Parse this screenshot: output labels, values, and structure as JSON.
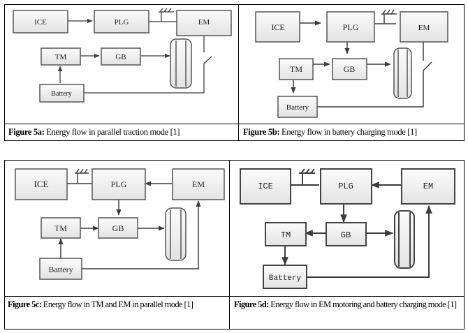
{
  "figures": [
    {
      "id": "5a",
      "caption_label": "Figure 5a:",
      "caption_text": " Energy flow in parallel traction mode [1]",
      "blocks": {
        "ice": "ICE",
        "plg": "PLG",
        "em": "EM",
        "tm": "TM",
        "gb": "GB",
        "battery": "Battery"
      }
    },
    {
      "id": "5b",
      "caption_label": "Figure 5b:",
      "caption_text": " Energy flow in battery charging mode [1]",
      "blocks": {
        "ice": "ICE",
        "plg": "PLG",
        "em": "EM",
        "tm": "TM",
        "gb": "GB",
        "battery": "Battery"
      }
    },
    {
      "id": "5c",
      "caption_label": "Figure 5c:",
      "caption_text": " Energy flow in TM and EM in parallel mode [1]",
      "blocks": {
        "ice": "ICE",
        "plg": "PLG",
        "em": "EM",
        "tm": "TM",
        "gb": "GB",
        "battery": "Battery"
      }
    },
    {
      "id": "5d",
      "caption_label": "Figure 5d:",
      "caption_text": " Energy flow in EM motoring and battery charging mode [1]",
      "blocks": {
        "ice": "ICE",
        "plg": "PLG",
        "em": "EM",
        "tm": "TM",
        "gb": "GB",
        "battery": "Battery"
      }
    }
  ],
  "colors": {
    "line": "#3c3c3c",
    "box_fill_top": "#fbfbfb",
    "box_fill_bottom": "#e4e4e4",
    "table_border": "#000000"
  }
}
